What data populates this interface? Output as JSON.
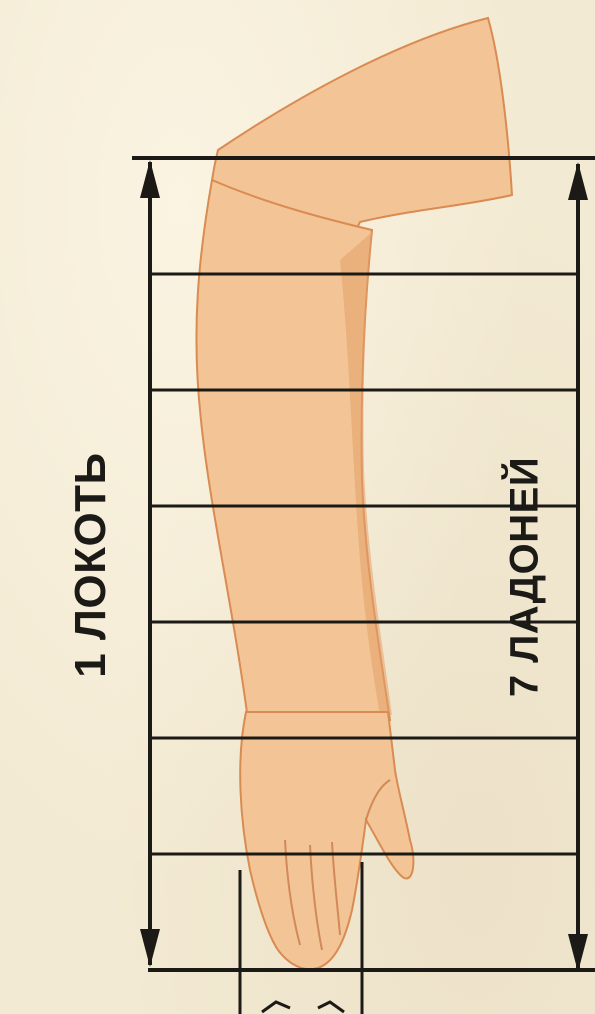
{
  "diagram": {
    "left_label": "1 ЛОКОТЬ",
    "right_label": "7 ЛАДОНЕЙ",
    "palm_divisions": 7,
    "colors": {
      "background": "#f3ead3",
      "ink": "#1c1a17",
      "skin": "#f3c596",
      "skin_shade": "#e3a069",
      "skin_outline": "#d98b52"
    }
  }
}
